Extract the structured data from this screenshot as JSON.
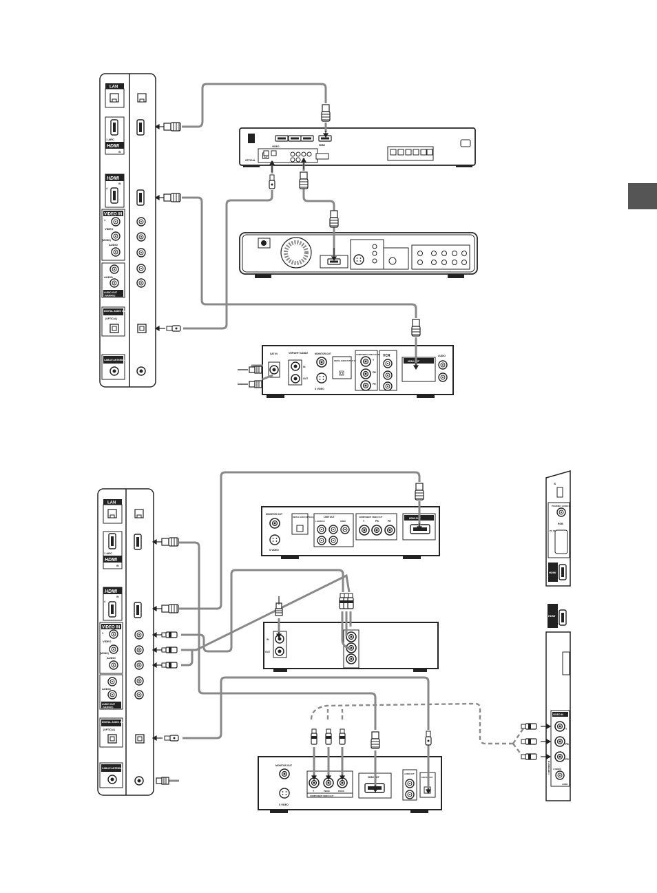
{
  "thumb_tab": {
    "color": "#555555"
  },
  "tv_panel": {
    "lan": "LAN",
    "hdmi1_mark": "1 ARC",
    "hdmi_logo": "HDMI",
    "hdmi_in": "IN",
    "hdmi4_num": "4",
    "video_in": "VIDEO IN",
    "video": "VIDEO",
    "mono": "(MONO)",
    "audio": "AUDIO",
    "l": "L",
    "r": "R",
    "one": "1",
    "audio_out": "AUDIO OUT",
    "var_fix": "(VAR/FIX)",
    "digital_audio_out": "DIGITAL AUDIO OUT",
    "optical": "(OPTICAL)",
    "cable_antenna": "CABLE/ ANTENNA"
  },
  "av_receiver": {
    "hdmi": "HDMI",
    "video": "VIDEO",
    "optical": "OPTICAL",
    "in": "IN"
  },
  "set_top_box": {
    "sat_in": "SAT IN",
    "vhf_uhf_cable": "VHF/UHF/ CABLE",
    "in": "IN",
    "out": "OUT",
    "monitor_out": "MONITOR OUT",
    "s_video": "S VIDEO",
    "digital_audio_output": "DIGITAL AUDIO OUTPUT (OPTICAL)",
    "component_video_output": "COMPONENT VIDEO OUTPUT",
    "y": "Y",
    "pb": "PB",
    "pr": "PR",
    "vcr": "VCR",
    "hdmi_out": "HDMI OUT",
    "audio": "AUDIO"
  },
  "dvd_player": {
    "monitor_out": "MONITOR OUT",
    "s_video": "S VIDEO",
    "digital_audio_optical": "DIGITAL AUDIO (OPTICAL)",
    "line_out": "LINE OUT",
    "audio_l": "L-AUDIO-R",
    "video": "VIDEO",
    "component_video_out": "COMPONENT VIDEO OUT",
    "y": "Y",
    "pb": "PB",
    "pr": "PR",
    "hdmi_out": "HDMI OUT"
  },
  "vcr_device": {
    "in": "IN",
    "out": "OUT"
  },
  "bluray_player": {
    "monitor_out": "MONITOR OUT",
    "s_video": "S VIDEO",
    "component_video_out": "COMPONENT VIDEO OUT",
    "y": "Y",
    "pb_cb": "PB/CB",
    "pr_cr": "PR/CR",
    "hdmi_out": "HDMI OUT",
    "audio_out": "AUDIO OUT",
    "digital_out": "DIGITAL OUT"
  },
  "side_panel": {
    "pc_hdmi2_audio_in": "PC/HDMI 2 AUDIO IN",
    "rgb": "RGB",
    "pc_in": "PC IN",
    "hdmi_logo": "HDMI",
    "video_in": "VIDEO IN",
    "component_in": "COMPONENT IN",
    "video_y": "Y",
    "pb": "PB",
    "pr": "PR",
    "audio": "AUDIO",
    "l_mono": "L (MONO)",
    "r": "R"
  }
}
